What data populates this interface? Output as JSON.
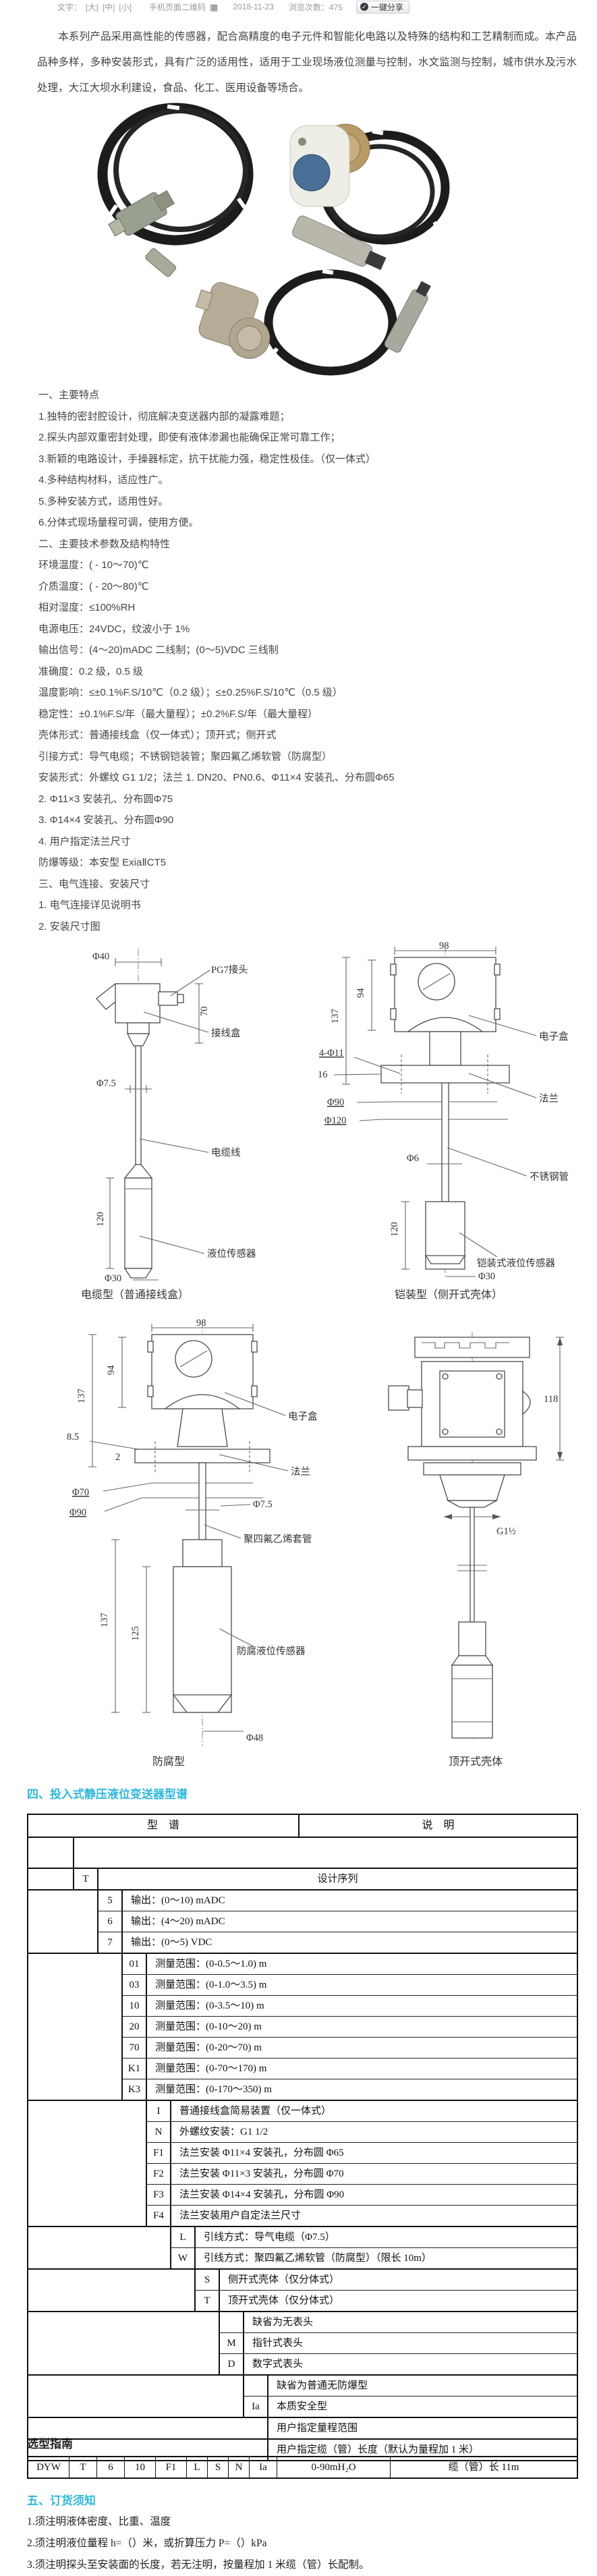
{
  "colors": {
    "accent": "#2fb7dc",
    "table_border": "#111111",
    "body_text": "#454545"
  },
  "meta": {
    "label": "文字：",
    "sizes": [
      "[大]",
      "[中]",
      "[小]"
    ],
    "qr": "手机页面二维码",
    "date": "2018-11-23",
    "views": "浏览次数：475",
    "share": "一键分享"
  },
  "intro": {
    "text": "本系列产品采用高性能的传感器，配合高精度的电子元件和智能化电路以及特殊的结构和工艺精制而成。本产品品种多样，多种安装形式，具有广泛的适用性，适用于工业现场液位测量与控制，水文监测与控制，城市供水及污水处理，大江大坝水利建设，食品、化工、医用设备等场合。"
  },
  "features": {
    "title": "一、主要特点",
    "items": [
      "1.独特的密封腔设计，彻底解决变送器内部的凝露难题；",
      "2.探头内部双重密封处理，即使有液体渗漏也能确保正常可靠工作；",
      "3.新颖的电路设计，手操器标定，抗干扰能力强，稳定性极佳。（仅一体式）",
      "4.多种结构材料，适应性广。",
      "5.多种安装方式，适用性好。",
      "6.分体式现场量程可调，使用方便。"
    ]
  },
  "specs": {
    "title": "二、主要技术参数及结构特性",
    "items": [
      "环境温度：( - 10～70)℃",
      "介质温度：( - 20～80)℃",
      "相对湿度：≤100%RH",
      "电源电压：24VDC，纹波小于 1%",
      "输出信号：(4～20)mADC 二线制；(0～5)VDC 三线制",
      "准确度：0.2 级，0.5 级",
      "温度影响：≤±0.1%F.S/10℃（0.2 级）；≤±0.25%F.S/10℃（0.5 级）",
      "稳定性：±0.1%F.S/年（最大量程）；±0.2%F.S/年（最大量程）",
      "壳体形式：普通接线盒（仅一体式）；顶开式；侧开式",
      "引接方式：导气电缆；不锈钢铠装管；聚四氟乙烯软管（防腐型）",
      "安装形式：外螺纹 G1 1/2；法兰 1. DN20、PN0.6、Φ11×4 安装孔、分布圆Φ65",
      "2. Φ11×3 安装孔、分布圆Φ75",
      "3. Φ14×4 安装孔、分布圆Φ90",
      "4. 用户指定法兰尺寸",
      "防爆等级：本安型 ExiaⅡCT5"
    ]
  },
  "electrical": {
    "title": "三、电气连接、安装尺寸",
    "items": [
      "1. 电气连接详见说明书",
      "2. 安装尺寸图"
    ]
  },
  "diagrams": {
    "cable": {
      "caption": "电缆型（普通接线盒）",
      "labels": {
        "dim_phi40": "Φ40",
        "pg7": "PG7接头",
        "dim70": "70",
        "junction_box": "接线盒",
        "dim_phi75": "Φ7.5",
        "cable": "电缆线",
        "dim120": "120",
        "sensor": "液位传感器",
        "dim_phi30": "Φ30"
      }
    },
    "armored": {
      "caption": "铠装型（侧开式壳体）",
      "labels": {
        "dim98": "98",
        "dim137": "137",
        "dim94": "94",
        "ebox": "电子盒",
        "holes": "4-Φ11",
        "dim16": "16",
        "flange": "法兰",
        "dim_phi90": "Φ90",
        "dim_phi120": "Φ120",
        "dim_phi6": "Φ6",
        "tube": "不锈钢管",
        "dim120": "120",
        "sensor": "铠装式液位传感器",
        "dim_phi30": "Φ30"
      }
    },
    "anticorrosion": {
      "caption": "防腐型",
      "labels": {
        "dim98": "98",
        "dim137": "137",
        "dim94": "94",
        "dim85": "8.5",
        "dim2": "2",
        "ebox": "电子盒",
        "flange": "法兰",
        "dim_phi70": "Φ70",
        "dim_phi90": "Φ90",
        "dim_phi75": "Φ7.5",
        "sleeve": "聚四氟乙烯套管",
        "dim137b": "137",
        "dim125": "125",
        "sensor": "防腐液位传感器",
        "dim_phi48": "Φ48"
      }
    },
    "top_open": {
      "caption": "顶开式壳体",
      "labels": {
        "dim118": "118",
        "thread": "G1½"
      }
    }
  },
  "model_table": {
    "title": "四、投入式静压液位变送器型谱",
    "header": [
      "型　谱",
      "说　明"
    ],
    "rows": [
      {
        "code": "",
        "desc": ""
      },
      {
        "code": "T",
        "desc": "设计序列"
      },
      {
        "code": "5",
        "desc": "输出：(0～10) mADC"
      },
      {
        "code": "6",
        "desc": "输出：(4～20) mADC"
      },
      {
        "code": "7",
        "desc": "输出：(0～5) VDC"
      },
      {
        "code": "01",
        "desc": "测量范围：(0-0.5～1.0) m"
      },
      {
        "code": "03",
        "desc": "测量范围：(0-1.0～3.5) m"
      },
      {
        "code": "10",
        "desc": "测量范围：(0-3.5～10) m"
      },
      {
        "code": "20",
        "desc": "测量范围：(0-10～20) m"
      },
      {
        "code": "70",
        "desc": "测量范围：(0-20～70) m"
      },
      {
        "code": "K1",
        "desc": "测量范围：(0-70～170) m"
      },
      {
        "code": "K3",
        "desc": "测量范围：(0-170～350) m"
      },
      {
        "code": "I",
        "desc": "普通接线盒简易装置（仅一体式）"
      },
      {
        "code": "N",
        "desc": "外螺纹安装：G1 1/2"
      },
      {
        "code": "F1",
        "desc": "法兰安装 Φ11×4 安装孔，分布圆 Φ65"
      },
      {
        "code": "F2",
        "desc": "法兰安装 Φ11×3 安装孔，分布圆 Φ70"
      },
      {
        "code": "F3",
        "desc": "法兰安装 Φ14×4 安装孔，分布圆 Φ90"
      },
      {
        "code": "F4",
        "desc": "法兰安装用户自定法兰尺寸"
      },
      {
        "code": "L",
        "desc": "引线方式：导气电缆（Φ7.5）"
      },
      {
        "code": "W",
        "desc": "引线方式：聚四氟乙烯软管（防腐型）（限长 10m）"
      },
      {
        "code": "S",
        "desc": "侧开式壳体（仅分体式）"
      },
      {
        "code": "T",
        "desc": "顶开式壳体（仅分体式）"
      },
      {
        "code": "",
        "desc": "缺省为无表头"
      },
      {
        "code": "M",
        "desc": "指针式表头"
      },
      {
        "code": "D",
        "desc": "数字式表头"
      },
      {
        "code": "",
        "desc": "缺省为普通无防爆型"
      },
      {
        "code": "Ia",
        "desc": "本质安全型"
      },
      {
        "code": "",
        "desc": "用户指定量程范围"
      },
      {
        "code": "",
        "desc": "用户指定缆（管）长度（默认为量程加 1 米）"
      }
    ]
  },
  "selection_guide": {
    "title": "选型指南",
    "cells": [
      "DYW",
      "T",
      "6",
      "10",
      "F1",
      "L",
      "S",
      "N",
      "Ia",
      "0-90mH₂O",
      "缆（管）长 11m"
    ]
  },
  "ordering": {
    "title": "五、订货须知",
    "items": [
      "1.须注明液体密度、比重、温度",
      "2.须注明液位量程 h=（）米，或折算压力 P=（）kPa",
      "3.须注明探头至安装面的长度，若无注明，按量程加 1 米缆（管）长配制。"
    ]
  }
}
